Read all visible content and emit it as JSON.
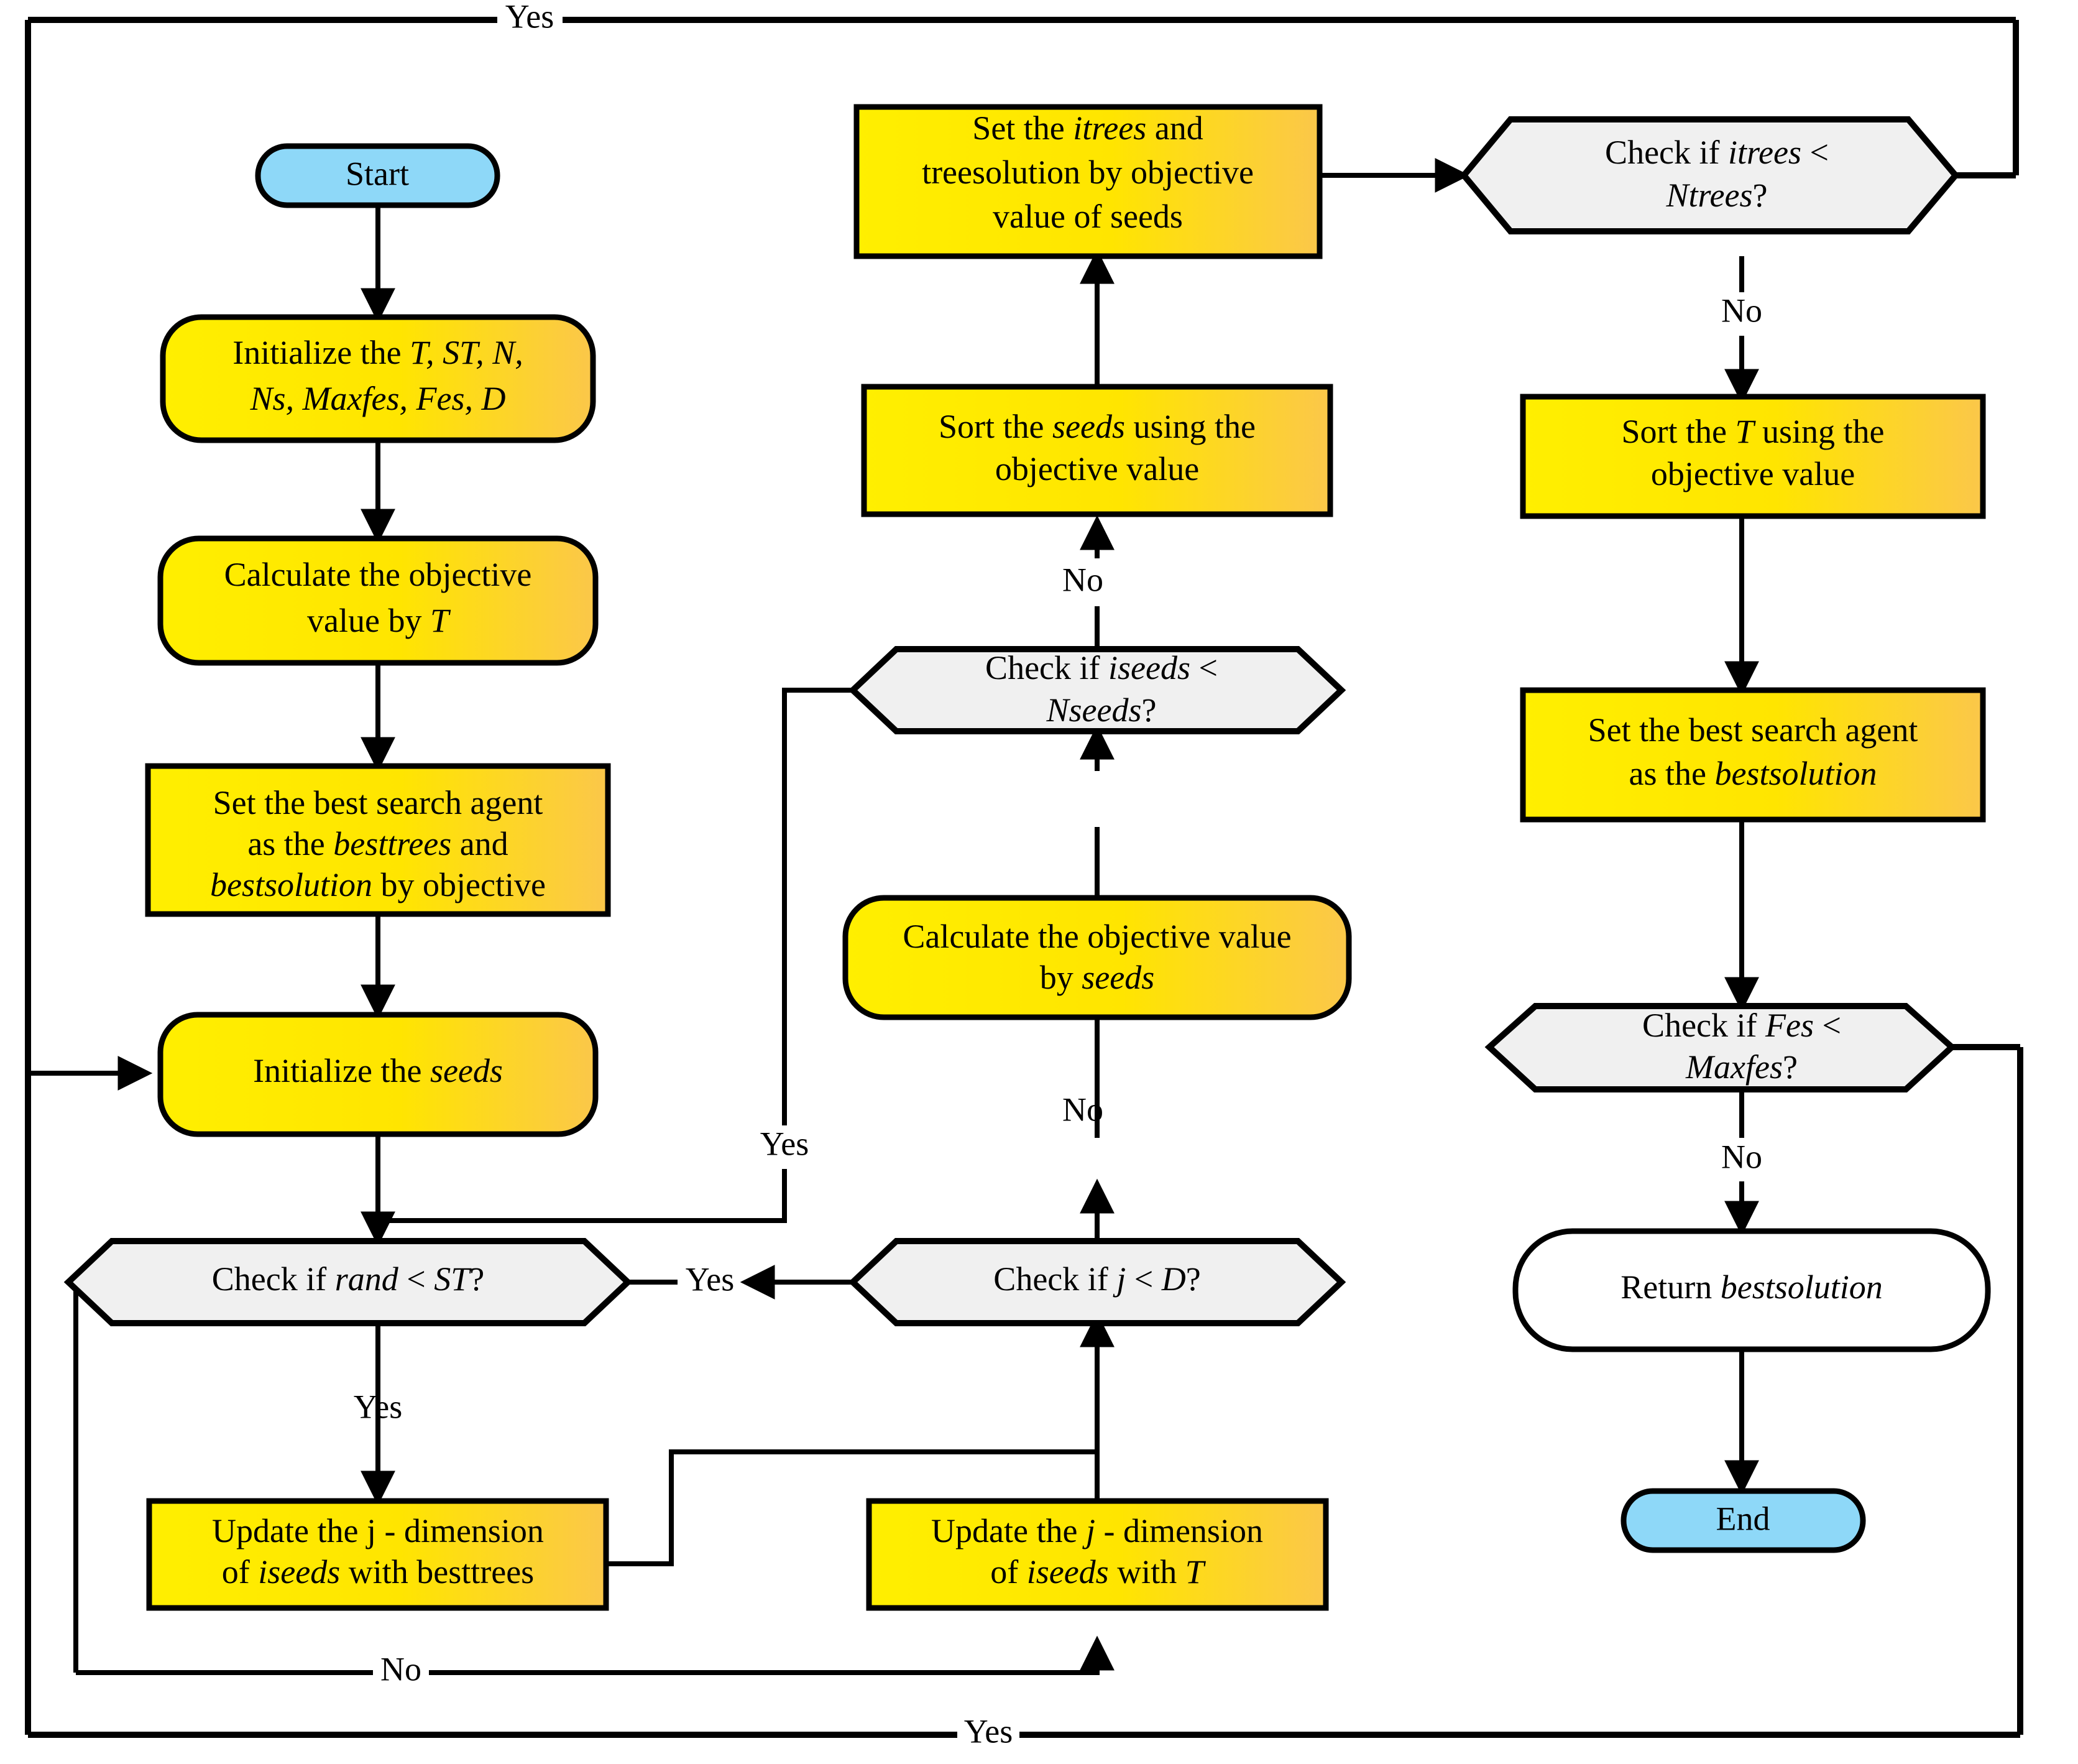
{
  "diagram": {
    "title": "Tree Seed Algorithm flowchart",
    "colors": {
      "terminator_fill": "#8ed8f8",
      "process_fill_left": "#ffee00",
      "process_fill_right": "#fcc947",
      "decision_fill": "#f0f0f0",
      "return_fill": "#ffffff",
      "stroke": "#000000"
    },
    "nodes": [
      {
        "id": "start",
        "shape": "terminator",
        "text": "Start"
      },
      {
        "id": "init_params",
        "shape": "process-round",
        "lines": [
          {
            "parts": [
              {
                "t": "Initialize the ",
                "i": false
              },
              {
                "t": "T, ST, N,",
                "i": true
              }
            ]
          },
          {
            "parts": [
              {
                "t": "Ns, Maxfes, Fes, D",
                "i": true
              }
            ]
          }
        ]
      },
      {
        "id": "calc_obj_T",
        "shape": "process-round",
        "lines": [
          {
            "parts": [
              {
                "t": "Calculate the objective",
                "i": false
              }
            ]
          },
          {
            "parts": [
              {
                "t": "value by ",
                "i": false
              },
              {
                "t": "T",
                "i": true
              }
            ]
          }
        ]
      },
      {
        "id": "set_best_trees",
        "shape": "process-rect",
        "lines": [
          {
            "parts": [
              {
                "t": "Set the best search agent",
                "i": false
              }
            ]
          },
          {
            "parts": [
              {
                "t": "as the ",
                "i": false
              },
              {
                "t": "besttrees",
                "i": true
              },
              {
                "t": " and",
                "i": false
              }
            ]
          },
          {
            "parts": [
              {
                "t": "bestsolution",
                "i": true
              },
              {
                "t": " by objective",
                "i": false
              }
            ]
          }
        ]
      },
      {
        "id": "init_seeds",
        "shape": "process-round",
        "lines": [
          {
            "parts": [
              {
                "t": "Initialize the ",
                "i": false
              },
              {
                "t": "seeds",
                "i": true
              }
            ]
          }
        ]
      },
      {
        "id": "check_rand_st",
        "shape": "decision",
        "lines": [
          {
            "parts": [
              {
                "t": "Check if ",
                "i": false
              },
              {
                "t": "rand",
                "i": true
              },
              {
                "t": " < ",
                "i": false
              },
              {
                "t": "ST",
                "i": true
              },
              {
                "t": "?",
                "i": false
              }
            ]
          }
        ]
      },
      {
        "id": "upd_besttrees",
        "shape": "process-rect",
        "lines": [
          {
            "parts": [
              {
                "t": "Update the j - dimension",
                "i": false
              }
            ]
          },
          {
            "parts": [
              {
                "t": "of ",
                "i": false
              },
              {
                "t": "iseeds",
                "i": true
              },
              {
                "t": " with besttrees",
                "i": false
              }
            ]
          }
        ]
      },
      {
        "id": "check_j_d",
        "shape": "decision",
        "lines": [
          {
            "parts": [
              {
                "t": "Check if ",
                "i": false
              },
              {
                "t": "j",
                "i": true
              },
              {
                "t": " < ",
                "i": false
              },
              {
                "t": "D",
                "i": true
              },
              {
                "t": "?",
                "i": false
              }
            ]
          }
        ]
      },
      {
        "id": "upd_with_T",
        "shape": "process-rect",
        "lines": [
          {
            "parts": [
              {
                "t": "Update the ",
                "i": false
              },
              {
                "t": "j",
                "i": true
              },
              {
                "t": " - dimension",
                "i": false
              }
            ]
          },
          {
            "parts": [
              {
                "t": "of ",
                "i": false
              },
              {
                "t": "iseeds",
                "i": true
              },
              {
                "t": " with ",
                "i": false
              },
              {
                "t": "T",
                "i": true
              }
            ]
          }
        ]
      },
      {
        "id": "calc_obj_seeds",
        "shape": "process-round",
        "lines": [
          {
            "parts": [
              {
                "t": "Calculate the objective value",
                "i": false
              }
            ]
          },
          {
            "parts": [
              {
                "t": "by ",
                "i": false
              },
              {
                "t": "seeds",
                "i": true
              }
            ]
          }
        ]
      },
      {
        "id": "check_iseeds",
        "shape": "decision",
        "lines": [
          {
            "parts": [
              {
                "t": "Check if ",
                "i": false
              },
              {
                "t": "iseeds",
                "i": true
              },
              {
                "t": " <",
                "i": false
              }
            ]
          },
          {
            "parts": [
              {
                "t": "Nseeds",
                "i": true
              },
              {
                "t": "?",
                "i": false
              }
            ]
          }
        ]
      },
      {
        "id": "sort_seeds",
        "shape": "process-rect",
        "lines": [
          {
            "parts": [
              {
                "t": "Sort the ",
                "i": false
              },
              {
                "t": "seeds",
                "i": true
              },
              {
                "t": " using the",
                "i": false
              }
            ]
          },
          {
            "parts": [
              {
                "t": "objective value",
                "i": false
              }
            ]
          }
        ]
      },
      {
        "id": "set_itrees",
        "shape": "process-rect",
        "lines": [
          {
            "parts": [
              {
                "t": "Set  the ",
                "i": false
              },
              {
                "t": "itrees",
                "i": true
              },
              {
                "t": "  and",
                "i": false
              }
            ]
          },
          {
            "parts": [
              {
                "t": "treesolution by objective",
                "i": false
              }
            ]
          },
          {
            "parts": [
              {
                "t": "value of seeds",
                "i": false
              }
            ]
          }
        ]
      },
      {
        "id": "check_itrees",
        "shape": "decision",
        "lines": [
          {
            "parts": [
              {
                "t": "Check if ",
                "i": false
              },
              {
                "t": "itrees",
                "i": true
              },
              {
                "t": " <",
                "i": false
              }
            ]
          },
          {
            "parts": [
              {
                "t": "Ntrees",
                "i": true
              },
              {
                "t": "?",
                "i": false
              }
            ]
          }
        ]
      },
      {
        "id": "sort_T",
        "shape": "process-rect",
        "lines": [
          {
            "parts": [
              {
                "t": "Sort the ",
                "i": false
              },
              {
                "t": "T",
                "i": true
              },
              {
                "t": " using the",
                "i": false
              }
            ]
          },
          {
            "parts": [
              {
                "t": "objective value",
                "i": false
              }
            ]
          }
        ]
      },
      {
        "id": "set_bestsol",
        "shape": "process-rect",
        "lines": [
          {
            "parts": [
              {
                "t": "Set the best search agent",
                "i": false
              }
            ]
          },
          {
            "parts": [
              {
                "t": "as the ",
                "i": false
              },
              {
                "t": "bestsolution",
                "i": true
              }
            ]
          }
        ]
      },
      {
        "id": "check_fes",
        "shape": "decision",
        "lines": [
          {
            "parts": [
              {
                "t": "Check if ",
                "i": false
              },
              {
                "t": "Fes",
                "i": true
              },
              {
                "t": " <",
                "i": false
              }
            ]
          },
          {
            "parts": [
              {
                "t": "Maxfes",
                "i": true
              },
              {
                "t": "?",
                "i": false
              }
            ]
          }
        ]
      },
      {
        "id": "return_best",
        "shape": "return-round",
        "lines": [
          {
            "parts": [
              {
                "t": "Return ",
                "i": false
              },
              {
                "t": "bestsolution",
                "i": true
              }
            ]
          }
        ]
      },
      {
        "id": "end",
        "shape": "terminator",
        "text": "End"
      }
    ],
    "edge_labels": [
      {
        "id": "yes_top",
        "text": "Yes"
      },
      {
        "id": "no_itrees",
        "text": "No"
      },
      {
        "id": "no_iseeds",
        "text": "No"
      },
      {
        "id": "no_jd",
        "text": "No"
      },
      {
        "id": "yes_iseeds",
        "text": "Yes"
      },
      {
        "id": "yes_jd_to_rand",
        "text": "Yes"
      },
      {
        "id": "yes_rand",
        "text": "Yes"
      },
      {
        "id": "no_rand_bottom",
        "text": "No"
      },
      {
        "id": "no_fes",
        "text": "No"
      },
      {
        "id": "yes_bottom",
        "text": "Yes"
      }
    ]
  }
}
